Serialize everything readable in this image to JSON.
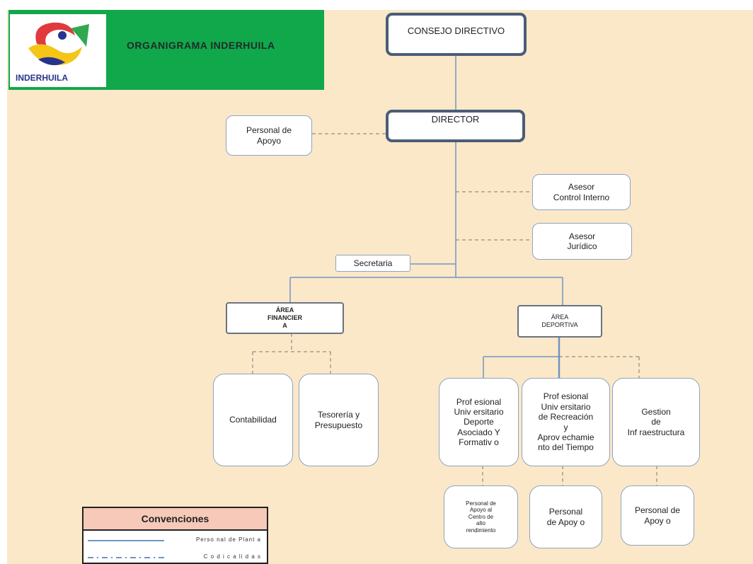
{
  "header": {
    "logo_text": "INDERHUILA",
    "title": "ORGANIGRAMA INDERHUILA"
  },
  "nodes": {
    "consejo": "CONSEJO DIRECTIVO",
    "director": "DIRECTOR",
    "personal_apoyo_top": "Personal de\nApoyo",
    "asesor_control": "Asesor\nControl Interno",
    "asesor_juridico": "Asesor\nJurídico",
    "secretaria": "Secretaria",
    "area_financiera": "ÁREA\nFINANCIER\nA",
    "area_deportiva": "ÁREA\nDEPORTIVA",
    "contabilidad": "Contabilidad",
    "tesoreria": "Tesorería y\nPresupuesto",
    "prof_deporte": "Prof esional\nUniv ersitario\nDeporte\nAsociado Y\nFormativ o",
    "prof_recreacion": "Prof esional\nUniv ersitario\nde Recreación\ny\nAprov echamie\nnto del Tiempo",
    "gestion": "Gestion\nde\nInf raestructura",
    "personal_centro": "Personal de\nApoyo al\nCentro de\nalto\nrendimiento",
    "personal_apoyo_mid": "Personal\nde Apoy o",
    "personal_apoyo_right": "Personal de\nApoy o"
  },
  "legend": {
    "title": "Convenciones",
    "row1_label": "Perso nal de Plant a",
    "row2_label": "C o d i c a li d a s"
  },
  "colors": {
    "background": "#fbe8c8",
    "header_green": "#10a84a",
    "line_blue": "#6f95c4",
    "legend_header": "#f6c9b8"
  }
}
